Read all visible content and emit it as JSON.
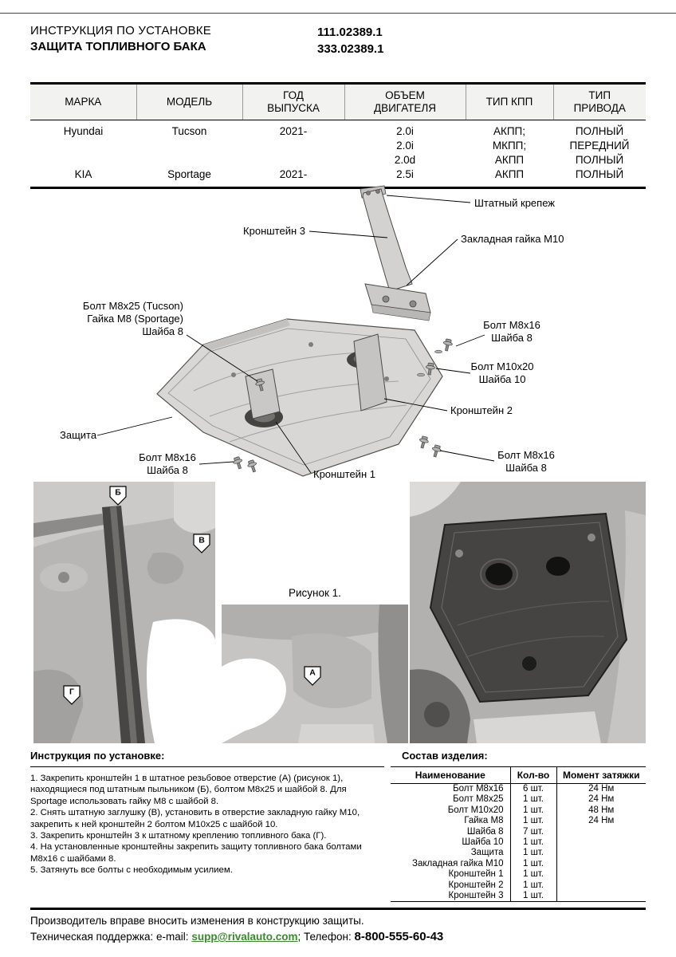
{
  "header": {
    "title_line1": "ИНСТРУКЦИЯ ПО УСТАНОВКЕ",
    "title_line2": "ЗАЩИТА ТОПЛИВНОГО БАКА",
    "part_number1": "111.02389.1",
    "part_number2": "333.02389.1"
  },
  "fitment": {
    "headers": [
      "МАРКА",
      "МОДЕЛЬ",
      "ГОД\nВЫПУСКА",
      "ОБЪЕМ\nДВИГАТЕЛЯ",
      "ТИП КПП",
      "ТИП\nПРИВОДА"
    ],
    "rows": [
      {
        "brand": "Hyundai",
        "model": "Tucson",
        "year": "2021-",
        "engine": "2.0i",
        "gearbox": "АКПП;",
        "drive": "ПОЛНЫЙ"
      },
      {
        "brand": "",
        "model": "",
        "year": "",
        "engine": "2.0i",
        "gearbox": "МКПП;",
        "drive": "ПЕРЕДНИЙ"
      },
      {
        "brand": "",
        "model": "",
        "year": "",
        "engine": "2.0d",
        "gearbox": "АКПП",
        "drive": "ПОЛНЫЙ"
      },
      {
        "brand": "KIA",
        "model": "Sportage",
        "year": "2021-",
        "engine": "2.5i",
        "gearbox": "АКПП",
        "drive": "ПОЛНЫЙ"
      }
    ]
  },
  "diagram": {
    "callouts": [
      {
        "id": "stock-fastener",
        "lines": [
          "Штатный крепеж"
        ]
      },
      {
        "id": "bracket-3",
        "lines": [
          "Кронштейн 3"
        ]
      },
      {
        "id": "anchor-nut-m10",
        "lines": [
          "Закладная гайка M10"
        ]
      },
      {
        "id": "bolt-m8x25",
        "lines": [
          "Болт M8x25 (Tucson)",
          "Гайка M8 (Sportage)",
          "Шайба 8"
        ]
      },
      {
        "id": "bolt-m8x16-top-right",
        "lines": [
          "Болт M8x16",
          "Шайба 8"
        ]
      },
      {
        "id": "bolt-m10x20",
        "lines": [
          "Болт M10x20",
          "Шайба 10"
        ]
      },
      {
        "id": "bracket-2",
        "lines": [
          "Кронштейн 2"
        ]
      },
      {
        "id": "guard",
        "lines": [
          "Защита"
        ]
      },
      {
        "id": "bolt-m8x16-left",
        "lines": [
          "Болт M8x16",
          "Шайба 8"
        ]
      },
      {
        "id": "bracket-1",
        "lines": [
          "Кронштейн 1"
        ]
      },
      {
        "id": "bolt-m8x16-bottom-right",
        "lines": [
          "Болт M8x16",
          "Шайба 8"
        ]
      }
    ]
  },
  "figure": {
    "caption": "Рисунок 1.",
    "markers": [
      "Б",
      "В",
      "Г",
      "А"
    ]
  },
  "instructions": {
    "heading": "Инструкция по установке:",
    "items": [
      "1. Закрепить кронштейн 1 в штатное резьбовое отверстие (А) (рисунок 1), находящиеся под штатным пыльником (Б), болтом M8x25 и шайбой 8. Для Sportage использовать гайку M8 с шайбой 8.",
      "2. Снять штатную заглушку (В), установить в отверстие закладную гайку M10, закрепить к ней кронштейн 2 болтом M10x25 с шайбой 10.",
      "3. Закрепить кронштейн 3 к штатному креплению топливного бака (Г).",
      "4. На установленные кронштейны закрепить защиту топливного бака болтами M8x16 с шайбами 8.",
      "5. Затянуть все болты с необходимым усилием."
    ]
  },
  "parts": {
    "heading": "Состав изделия:",
    "headers": [
      "Наименование",
      "Кол-во",
      "Момент затяжки"
    ],
    "rows": [
      {
        "name": "Болт M8x16",
        "qty": "6 шт.",
        "torque": "24 Нм"
      },
      {
        "name": "Болт M8x25",
        "qty": "1 шт.",
        "torque": "24 Нм"
      },
      {
        "name": "Болт M10x20",
        "qty": "1 шт.",
        "torque": "48 Нм"
      },
      {
        "name": "Гайка M8",
        "qty": "1 шт.",
        "torque": "24 Нм"
      },
      {
        "name": "Шайба 8",
        "qty": "7 шт.",
        "torque": ""
      },
      {
        "name": "Шайба 10",
        "qty": "1 шт.",
        "torque": ""
      },
      {
        "name": "Защита",
        "qty": "1 шт.",
        "torque": ""
      },
      {
        "name": "Закладная гайка M10",
        "qty": "1 шт.",
        "torque": ""
      },
      {
        "name": "Кронштейн 1",
        "qty": "1 шт.",
        "torque": ""
      },
      {
        "name": "Кронштейн 2",
        "qty": "1 шт.",
        "torque": ""
      },
      {
        "name": "Кронштейн 3",
        "qty": "1 шт.",
        "torque": ""
      }
    ]
  },
  "footer": {
    "line1": "Производитель вправе вносить изменения в конструкцию защиты.",
    "support_prefix": "Техническая поддержка:  e-mail: ",
    "email": "supp@rivalauto.com",
    "separator": "; Телефон: ",
    "phone": "8-800-555-60-43",
    "email_color": "#3a8a2d"
  }
}
